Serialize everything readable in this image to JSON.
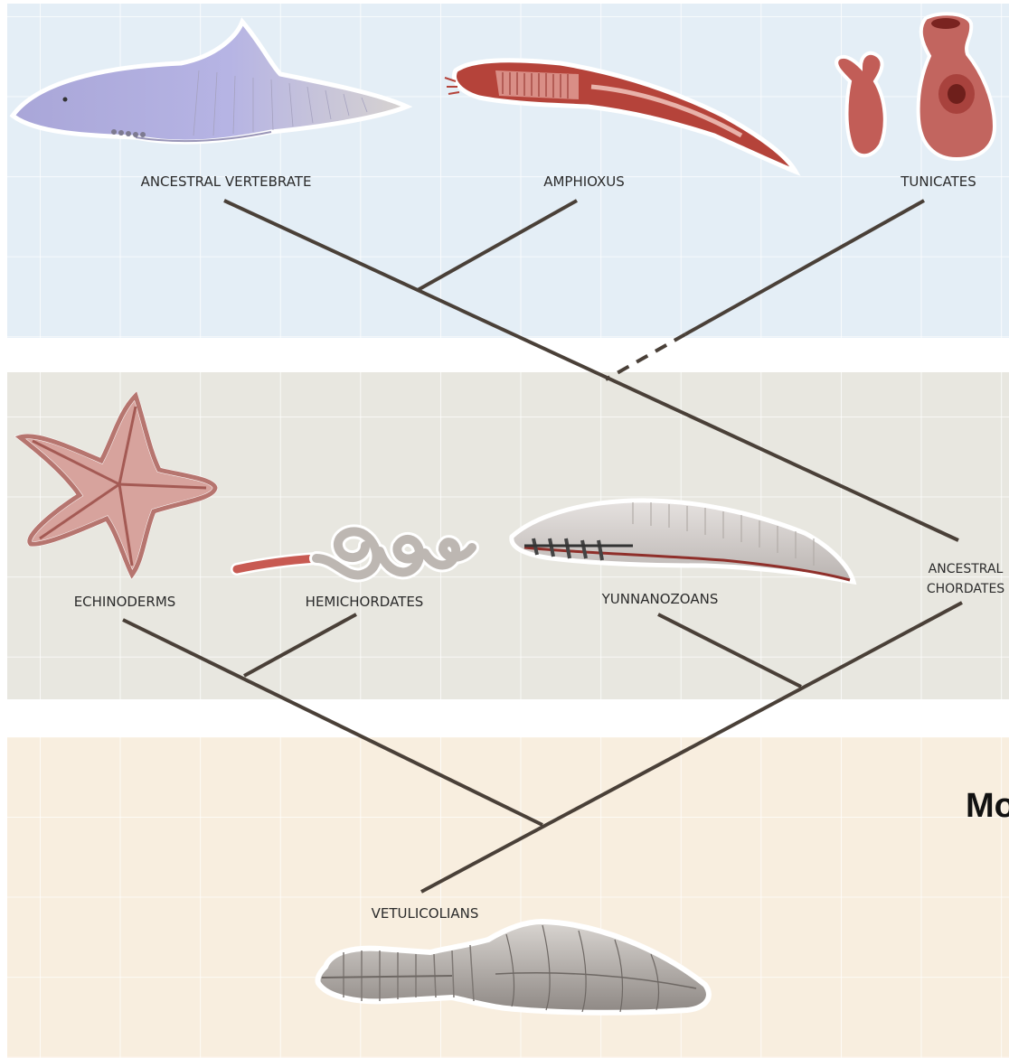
{
  "colors": {
    "band_top": "#e4eef6",
    "band_middle": "#e8e7e0",
    "band_bottom": "#f8eedf",
    "grid_line": "#ffffff",
    "branch": "#4a4038",
    "creature_red": "#b5433a",
    "creature_grey": "#cfcac5"
  },
  "taxa": {
    "ancestral_vertebrate": "ANCESTRAL VERTEBRATE",
    "amphioxus": "AMPHIOXUS",
    "tunicates": "TUNICATES",
    "echinoderms": "ECHINODERMS",
    "hemichordates": "HEMICHORDATES",
    "yunnanozoans": "YUNNANOZOANS",
    "ancestral_chordates_line1": "ANCESTRAL",
    "ancestral_chordates_line2": "CHORDATES",
    "vetulicolians": "VETULICOLIANS"
  },
  "cutoff_text": "Mo"
}
